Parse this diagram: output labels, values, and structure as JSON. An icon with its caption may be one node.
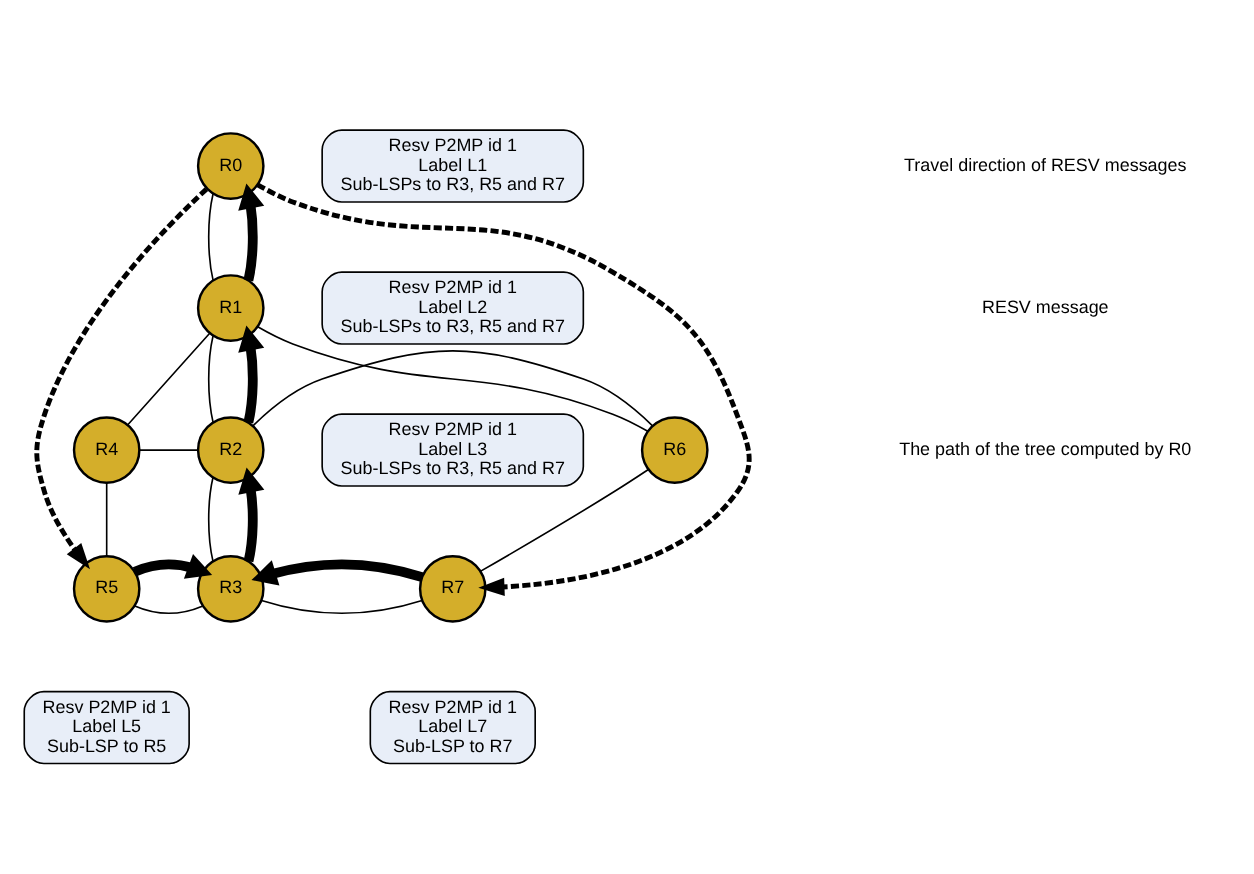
{
  "diagram": {
    "nodes": [
      {
        "text": [
          "R0"
        ]
      },
      {
        "text": [
          "R1"
        ]
      },
      {
        "text": [
          "R4"
        ]
      },
      {
        "text": [
          "R2"
        ]
      },
      {
        "text": [
          "R6"
        ]
      },
      {
        "text": [
          "R5"
        ]
      },
      {
        "text": [
          "R3"
        ]
      },
      {
        "text": [
          "R7"
        ]
      },
      {
        "text": [
          "Resv P2MP id 1",
          "Label L1",
          "Sub-LSPs to R3, R5 and R7"
        ]
      },
      {
        "text": [
          "Resv P2MP id 1",
          "Label L2",
          "Sub-LSPs to R3, R5 and R7"
        ]
      },
      {
        "text": [
          "Resv P2MP id 1",
          "Label L3",
          "Sub-LSPs to R3, R5 and R7"
        ]
      },
      {
        "text": [
          "Resv P2MP id 1",
          "Label L5",
          "Sub-LSP to R5"
        ]
      },
      {
        "text": [
          "Resv P2MP id 1",
          "Label L7",
          "Sub-LSP to R7"
        ]
      }
    ],
    "edges": [
      {
        "from": 0,
        "to": 1,
        "arrow": "none"
      },
      {
        "from": 1,
        "to": 2,
        "arrow": "none"
      },
      {
        "from": 1,
        "to": 3,
        "arrow": "none"
      },
      {
        "from": 1,
        "to": 4,
        "arrow": "none"
      },
      {
        "from": 2,
        "to": 3,
        "arrow": "none"
      },
      {
        "from": 3,
        "to": 4,
        "arrow": "none"
      },
      {
        "from": 2,
        "to": 5,
        "arrow": "none"
      },
      {
        "from": 3,
        "to": 6,
        "arrow": "none"
      },
      {
        "from": 4,
        "to": 7,
        "arrow": "none"
      },
      {
        "from": 5,
        "to": 6,
        "arrow": "none"
      },
      {
        "from": 6,
        "to": 7,
        "arrow": "none"
      },
      {
        "from": 0,
        "to": 5,
        "arrow": "to",
        "style": "dashed"
      },
      {
        "from": 0,
        "to": 7,
        "arrow": "to",
        "style": "dashed"
      },
      {
        "from": 1,
        "to": 0,
        "arrow": "to",
        "style": "thick"
      },
      {
        "from": 3,
        "to": 1,
        "arrow": "to",
        "style": "thick"
      },
      {
        "from": 6,
        "to": 3,
        "arrow": "to",
        "style": "thick"
      },
      {
        "from": 5,
        "to": 6,
        "arrow": "to",
        "style": "thick"
      },
      {
        "from": 7,
        "to": 6,
        "arrow": "to",
        "style": "thick"
      }
    ],
    "legend": [
      {
        "text": "Travel direction of RESV messages"
      },
      {
        "text": "RESV message"
      },
      {
        "text": "The path of the tree computed by R0"
      }
    ]
  }
}
